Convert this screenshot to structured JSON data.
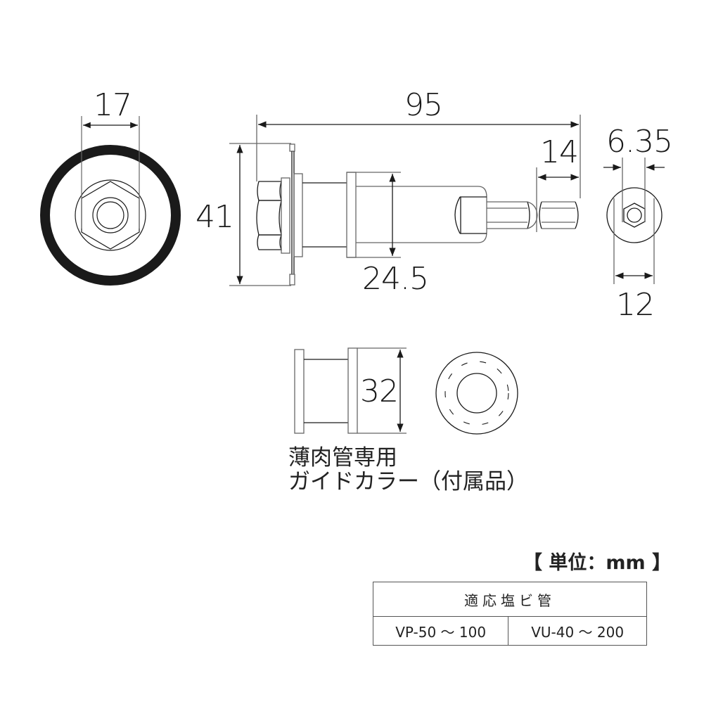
{
  "dimensions": {
    "hex_width": "17",
    "overall_length": "95",
    "flange_diameter": "41",
    "bit_length": "14",
    "body_diameter": "24.5",
    "bit_hex": "6.35",
    "shank_diameter": "12",
    "collar_diameter": "32"
  },
  "caption": {
    "line1": "薄肉管専用",
    "line2": "ガイドカラー（付属品）"
  },
  "unit_label": "【 単位：mm 】",
  "spec_table": {
    "header": "適応塩ビ管",
    "cells": [
      "VP-50 〜 100",
      "VU-40 〜 200"
    ]
  },
  "colors": {
    "line": "#1a1a1a",
    "dim_line": "#666666",
    "background": "#ffffff"
  }
}
